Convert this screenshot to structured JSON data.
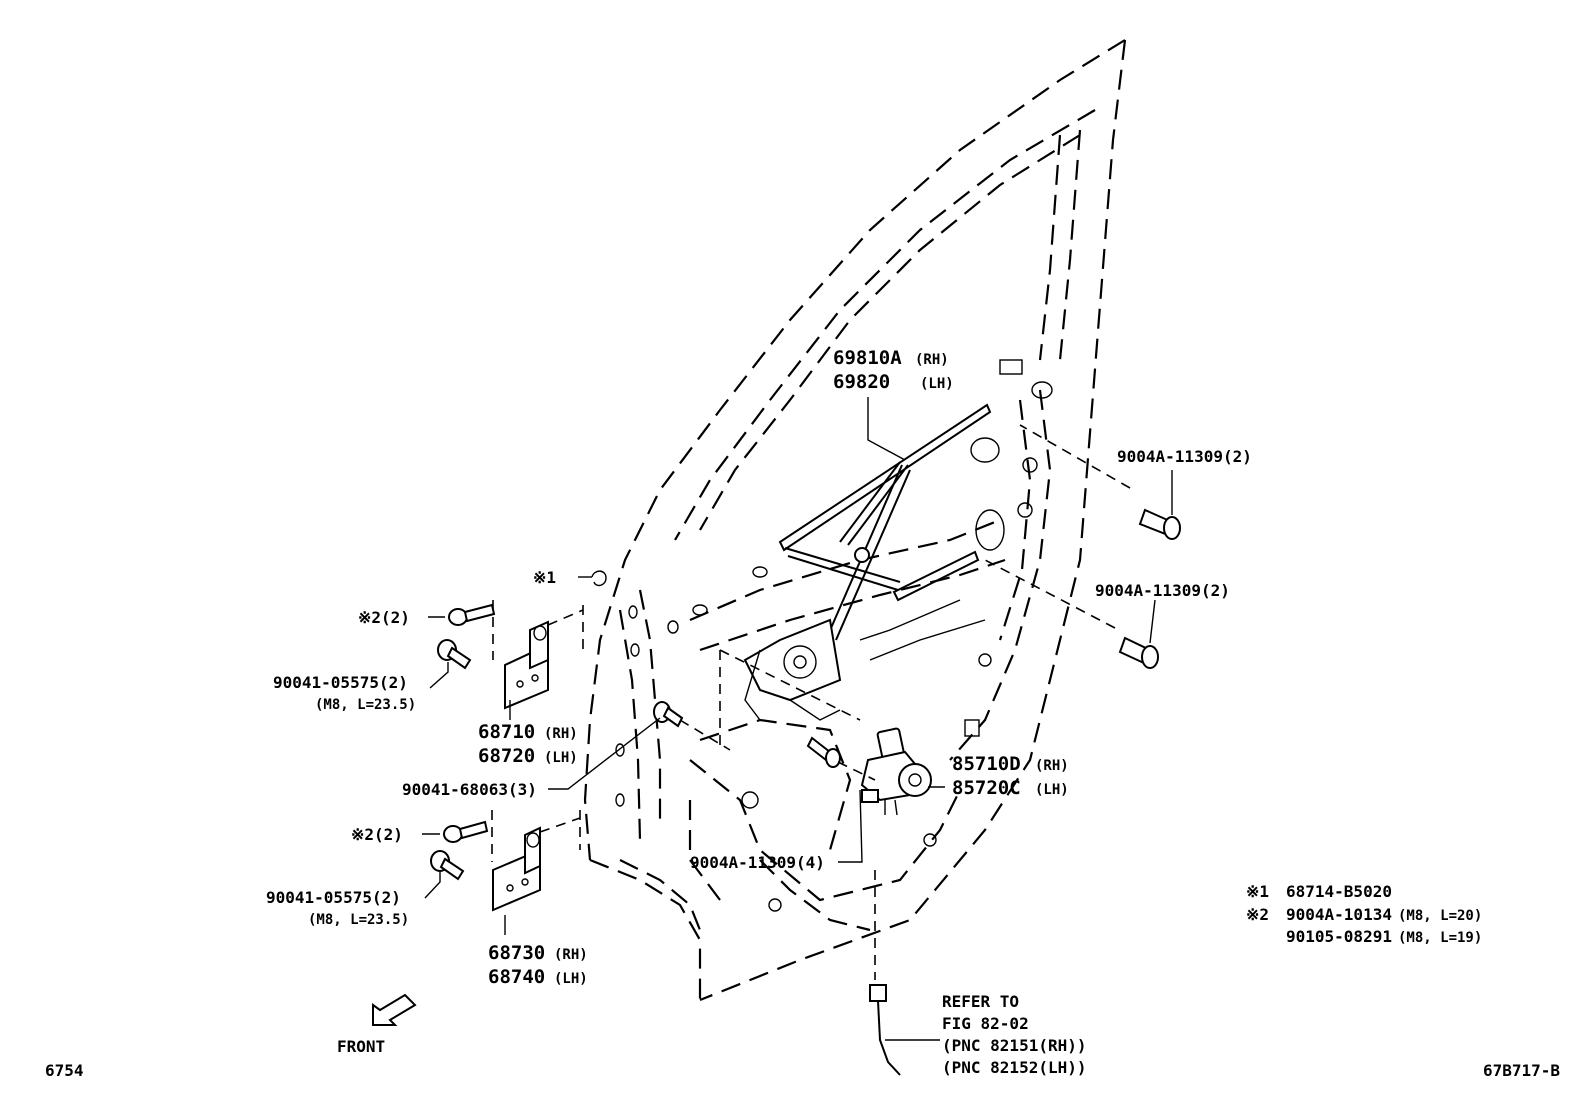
{
  "callouts": {
    "regulator": {
      "rh": "69810A",
      "rh_side": "(RH)",
      "lh": "69820",
      "lh_side": "(LH)"
    },
    "bolt_upper": "9004A-11309(2)",
    "bolt_middle": "9004A-11309(2)",
    "note1_marker": "※1",
    "note2_upper": "※2(2)",
    "bolt_upper_hinge": "90041-05575(2)",
    "bolt_upper_hinge_spec": "(M8, L=23.5)",
    "upper_hinge": {
      "rh": "68710",
      "rh_side": "(RH)",
      "lh": "68720",
      "lh_side": "(LH)"
    },
    "bolt_hinge_door": "90041-68063(3)",
    "motor": {
      "rh": "85710D",
      "rh_side": "(RH)",
      "lh": "85720C",
      "lh_side": "(LH)"
    },
    "bolt_regulator_lower": "9004A-11309(4)",
    "note2_lower": "※2(2)",
    "bolt_lower_hinge": "90041-05575(2)",
    "bolt_lower_hinge_spec": "(M8, L=23.5)",
    "lower_hinge": {
      "rh": "68730",
      "rh_side": "(RH)",
      "lh": "68740",
      "lh_side": "(LH)"
    },
    "refer": [
      "REFER TO",
      "FIG 82-02",
      "(PNC 82151(RH))",
      "(PNC 82152(LH))"
    ]
  },
  "notes": [
    {
      "marker": "※1",
      "part": "68714-B5020",
      "spec": ""
    },
    {
      "marker": "※2",
      "part": "9004A-10134",
      "spec": "(M8, L=20)"
    },
    {
      "marker": "",
      "part": "90105-08291",
      "spec": "(M8, L=19)"
    }
  ],
  "front_label": "FRONT",
  "illustration_number": "6754",
  "drawing_code": "67B717-B"
}
